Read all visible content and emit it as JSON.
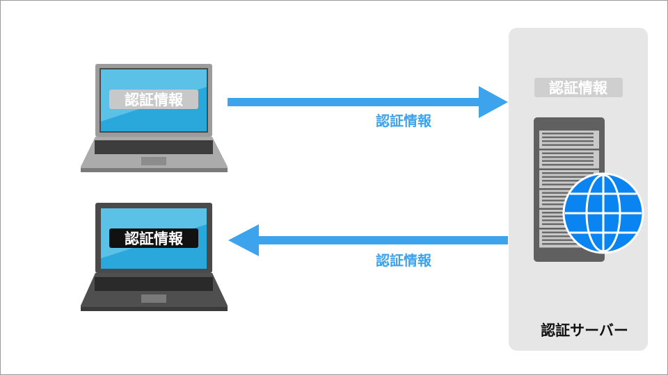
{
  "client_top": {
    "screen_label": "認証情報"
  },
  "client_bottom": {
    "screen_label": "認証情報"
  },
  "arrow_request": {
    "label": "認証情報"
  },
  "arrow_response": {
    "label": "認証情報"
  },
  "server_panel": {
    "stored_label": "認証情報",
    "title": "認証サーバー"
  },
  "colors": {
    "arrow": "#3ca3ec",
    "screen": "#2aa8dc",
    "globe": "#0a84f0",
    "panel": "#e6e6e6"
  }
}
